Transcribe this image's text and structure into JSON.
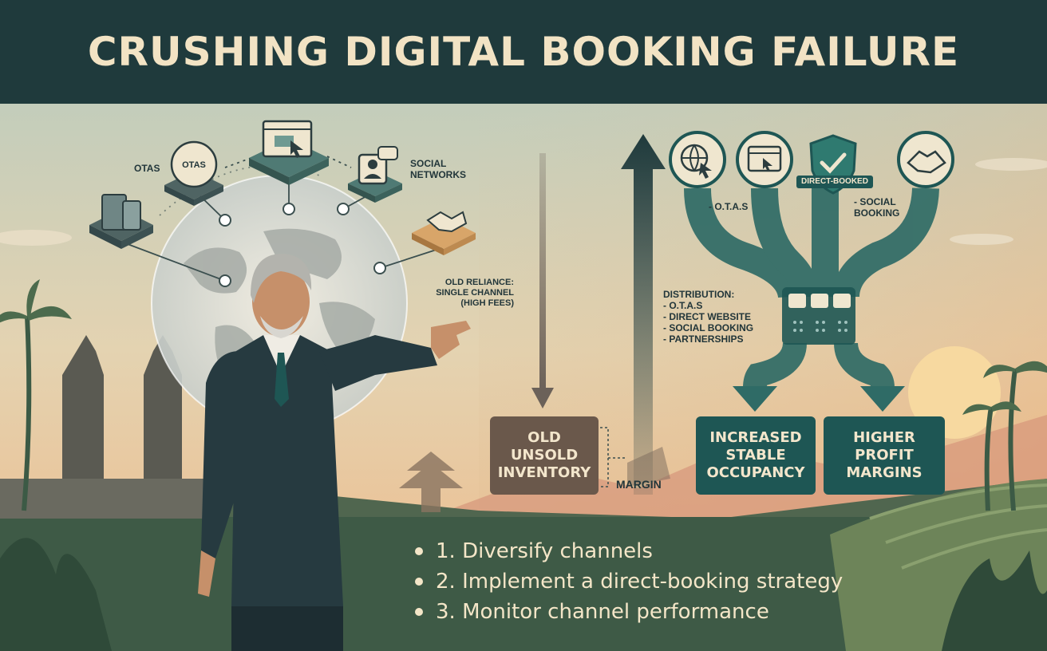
{
  "title": "CRUSHING DIGITAL BOOKING FAILURE",
  "left_network": {
    "otas_label": "OTAs",
    "otas_icon_text": "OTAs",
    "social_label": "SOCIAL NETWORKS",
    "reliance_label_line1": "OLD RELIANCE:",
    "reliance_label_line2": "SINGLE CHANNEL",
    "reliance_label_line3": "(HIGH FEES)"
  },
  "right_flow": {
    "ota_label": "- O.T.A.s",
    "direct_badge": "DIRECT-BOOKED",
    "social_label_line1": "- SOCIAL",
    "social_label_line2": "BOOKING",
    "distribution_title": "DISTRIBUTION:",
    "distribution_items": [
      "- O.T.A.S",
      "- DIRECT WEBSITE",
      "- SOCIAL BOOKING",
      "- PARTNERSHIPS"
    ]
  },
  "outcomes": {
    "old_inventory": "OLD UNSOLD INVENTORY",
    "margin": "MARGIN",
    "occupancy": "INCREASED STABLE OCCUPANCY",
    "profit": "HIGHER PROFIT MARGINS"
  },
  "steps": [
    "1.  Diversify channels",
    "2. Implement a direct-booking strategy",
    "3. Monitor channel performance"
  ],
  "colors": {
    "header_bg": "#1f3a3c",
    "teal": "#1e5654",
    "brown": "#6a584b",
    "cream": "#f3e6cc"
  }
}
